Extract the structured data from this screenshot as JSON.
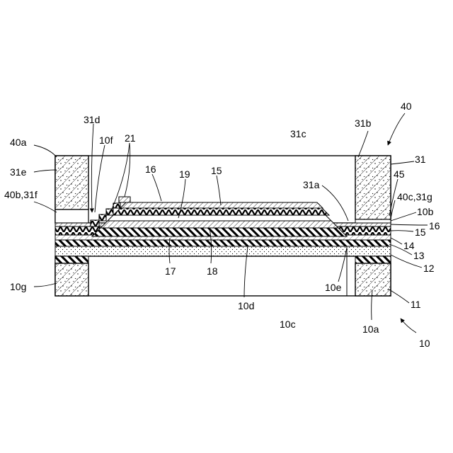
{
  "labels": {
    "l40": "40",
    "l40a": "40a",
    "l31e": "31e",
    "l40b31f": "40b,31f",
    "l31d": "31d",
    "l10f": "10f",
    "l21": "21",
    "l16top": "16",
    "l19": "19",
    "l15top": "15",
    "l31c": "31c",
    "l31a": "31a",
    "l31b": "31b",
    "l31": "31",
    "l45": "45",
    "l40c31g": "40c,31g",
    "l10b": "10b",
    "l16r": "16",
    "l15r": "15",
    "l14": "14",
    "l13": "13",
    "l12": "12",
    "l11": "11",
    "l10a": "10a",
    "l10": "10",
    "l10g": "10g",
    "l17": "17",
    "l18": "18",
    "l10d": "10d",
    "l10c": "10c",
    "l10e": "10e"
  }
}
